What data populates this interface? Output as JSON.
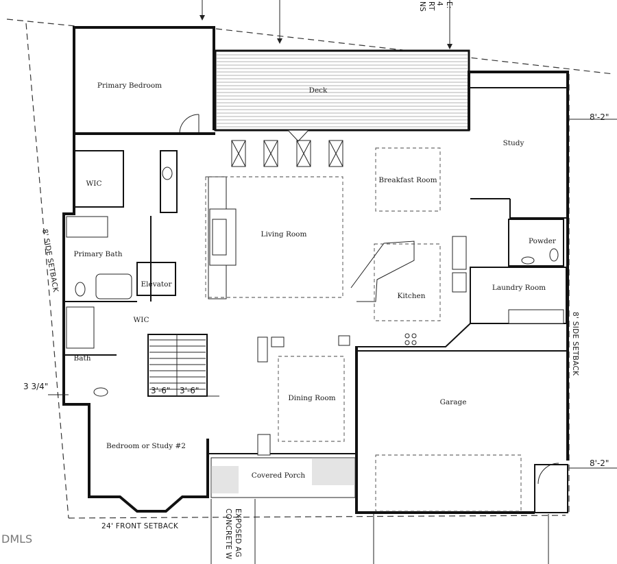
{
  "rooms": {
    "primary_bedroom": "Primary Bedroom",
    "deck": "Deck",
    "study": "Study",
    "wic_upper": "WIC",
    "breakfast_room": "Breakfast Room",
    "living_room": "Living Room",
    "primary_bath": "Primary Bath",
    "powder": "Powder",
    "elevator": "Elevator",
    "laundry_room": "Laundry Room",
    "kitchen": "Kitchen",
    "wic_lower": "WIC",
    "bath": "Bath",
    "garage": "Garage",
    "dining_room": "Dining Room",
    "bedroom_study_2": "Bedroom or Study #2",
    "covered_porch": "Covered Porch"
  },
  "dimensions": {
    "side_right_upper": "8'-2\"",
    "side_right_lower": "8'-2\"",
    "left_offset": "3 3/4\"",
    "stair_width_left": "3'-6\"",
    "stair_width_right": "3'-6\""
  },
  "setbacks": {
    "left_side": "8' SIDE SETBACK",
    "right_side": "8' SIDE SETBACK",
    "front": "24' FRONT SETBACK"
  },
  "margin_text": {
    "driveway_line1": "EXPOSED AG",
    "driveway_line2": "CONCRETE W",
    "top_right_fragment": "E:",
    "top_right_fragment2": "4",
    "top_right_fragment3": "RT",
    "top_right_fragment4": "NS",
    "watermark": "DMLS"
  }
}
